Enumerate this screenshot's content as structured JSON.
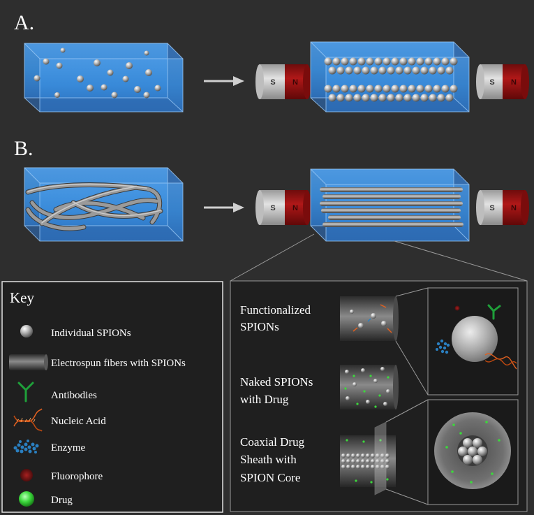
{
  "panels": {
    "a_label": "A.",
    "b_label": "B."
  },
  "magnet": {
    "south": "S",
    "north": "N"
  },
  "key": {
    "title": "Key",
    "items": [
      {
        "label": "Individual SPIONs",
        "icon": "spion-icon"
      },
      {
        "label": "Electrospun fibers with SPIONs",
        "icon": "fiber-icon"
      },
      {
        "label": "Antibodies",
        "icon": "antibody-icon"
      },
      {
        "label": "Nucleic Acid",
        "icon": "dna-icon"
      },
      {
        "label": "Enzyme",
        "icon": "enzyme-icon"
      },
      {
        "label": "Fluorophore",
        "icon": "fluorophore-icon"
      },
      {
        "label": "Drug",
        "icon": "drug-icon"
      }
    ]
  },
  "detail": {
    "functionalized": {
      "line1": "Functionalized",
      "line2": "SPIONs"
    },
    "naked": {
      "line1": "Naked SPIONs",
      "line2": "with Drug"
    },
    "coaxial": {
      "line1": "Coaxial Drug",
      "line2": "Sheath with",
      "line3": "SPION Core"
    }
  },
  "colors": {
    "background": "#2e2e2e",
    "chamber": "#3a8fe0",
    "magnet_south": "#c8c8c8",
    "magnet_north": "#9b1010",
    "antibody": "#1fa03a",
    "nucleic_acid": "#e06020",
    "enzyme": "#2a7fc0",
    "fluorophore": "#8b1a1a",
    "drug": "#3cd83c"
  }
}
